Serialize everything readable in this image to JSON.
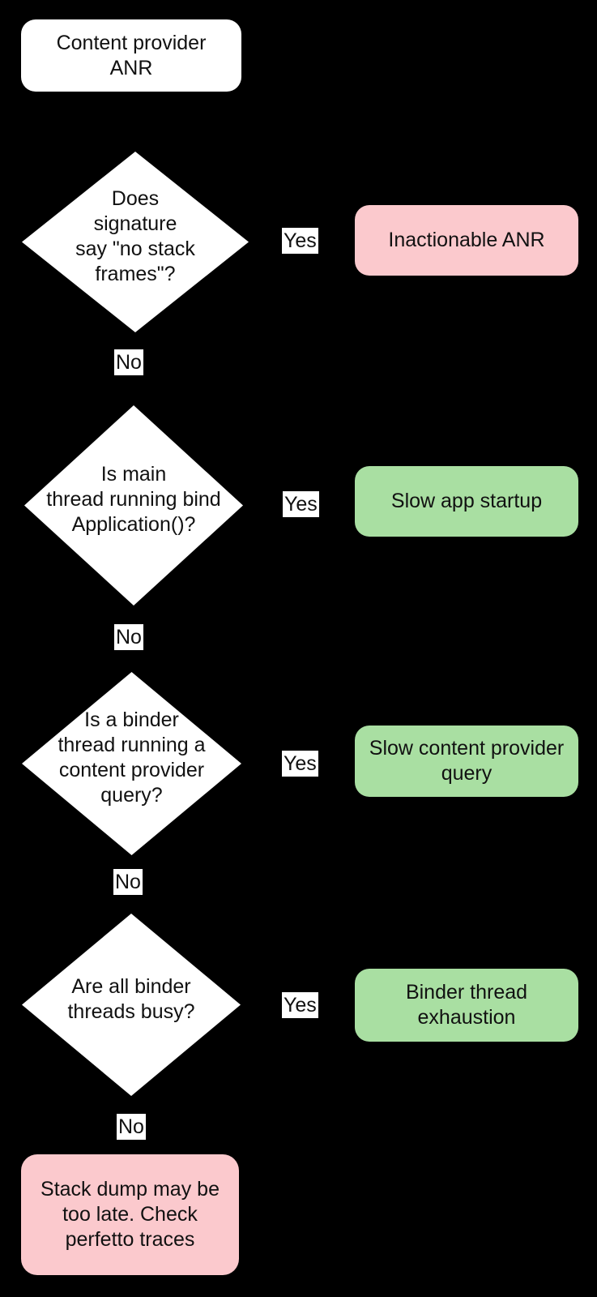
{
  "diagram": {
    "background": "#000000",
    "text_color": "#111111",
    "branch_labels": {
      "yes": "Yes",
      "no": "No"
    },
    "start_node": {
      "label": "Content provider\nANR",
      "fill": "#ffffff"
    },
    "decisions": [
      {
        "question": "Does\nsignature\nsay \"no stack\nframes\"?",
        "fill": "#ffffff",
        "outcome": {
          "label": "Inactionable ANR",
          "type": "bad",
          "fill": "#fbc9cd"
        }
      },
      {
        "question": "Is main\nthread running bind\nApplication()?",
        "fill": "#ffffff",
        "outcome": {
          "label": "Slow app startup",
          "type": "good",
          "fill": "#a9dfa2"
        }
      },
      {
        "question": "Is a binder\nthread running a\ncontent provider\nquery?",
        "fill": "#ffffff",
        "outcome": {
          "label": "Slow content provider\nquery",
          "type": "good",
          "fill": "#a9dfa2"
        }
      },
      {
        "question": "Are all binder\nthreads busy?",
        "fill": "#ffffff",
        "outcome": {
          "label": "Binder thread\nexhaustion",
          "type": "good",
          "fill": "#a9dfa2"
        }
      }
    ],
    "end_node": {
      "label": "Stack dump may be\ntoo late. Check\nperfetto traces",
      "fill": "#fbc9cd"
    }
  }
}
